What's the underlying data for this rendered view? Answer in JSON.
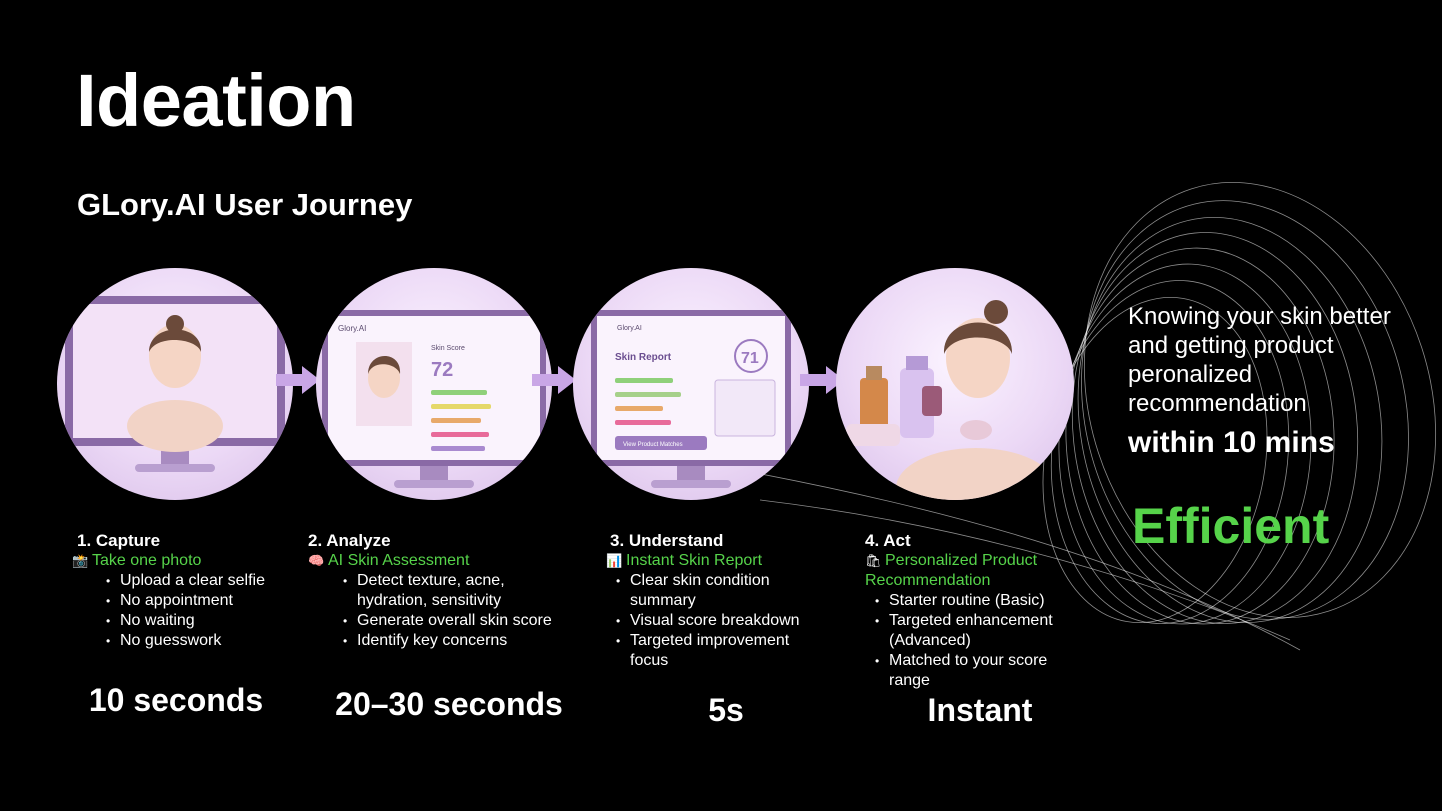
{
  "slide": {
    "title": "Ideation",
    "subtitle": "GLory.AI User Journey"
  },
  "illustrations": {
    "analyze": {
      "app_name": "Glory.AI",
      "score_label": "Skin Score",
      "score": "72"
    },
    "understand": {
      "app_name": "Glory.AI",
      "report_title": "Skin Report",
      "score": "71",
      "button_label": "View Product Matches"
    }
  },
  "steps": [
    {
      "title": "1. Capture",
      "icon": "camera-icon",
      "subtitle": "Take one photo",
      "bullets": [
        "Upload a clear selfie",
        "No appointment",
        "No waiting",
        "No guesswork"
      ],
      "time": "10 seconds"
    },
    {
      "title": "2. Analyze",
      "icon": "brain-icon",
      "subtitle": "AI Skin Assessment",
      "bullets": [
        "Detect texture, acne, hydration, sensitivity",
        "Generate overall skin score",
        "Identify key concerns"
      ],
      "time": "20–30 seconds"
    },
    {
      "title": "3. Understand",
      "icon": "bar-chart-icon",
      "subtitle": "Instant Skin Report",
      "bullets": [
        "Clear skin condition summary",
        "Visual score breakdown",
        "Targeted improvement focus"
      ],
      "time": "5s"
    },
    {
      "title": "4. Act",
      "icon": "shopping-bag-icon",
      "subtitle": "Personalized Product Recommendation",
      "bullets": [
        "Starter routine (Basic)",
        "Targeted enhancement (Advanced)",
        "Matched to your score range"
      ],
      "time": "Instant"
    }
  ],
  "tagline": {
    "line1": "Knowing your skin better and getting product peronalized recommendation",
    "line2": "within 10 mins",
    "highlight": "Efficient"
  },
  "colors": {
    "accent_green": "#56d34a",
    "lavender": "#c9a6e6",
    "background": "#000000"
  }
}
